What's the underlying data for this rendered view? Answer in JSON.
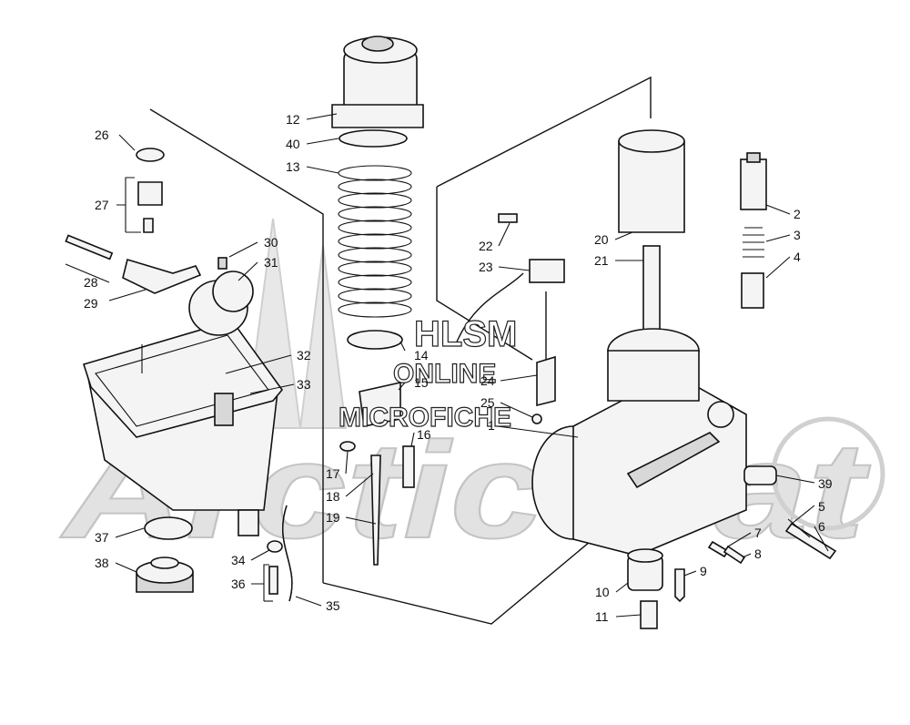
{
  "watermark": {
    "line1": "HLSM",
    "line2": "ONLINE",
    "line3": "MICROFICHE",
    "background_text": "Arctic Cat"
  },
  "callouts": [
    {
      "id": "c1",
      "text": "1"
    },
    {
      "id": "c2",
      "text": "2"
    },
    {
      "id": "c3",
      "text": "3"
    },
    {
      "id": "c4",
      "text": "4"
    },
    {
      "id": "c5",
      "text": "5"
    },
    {
      "id": "c6",
      "text": "6"
    },
    {
      "id": "c7",
      "text": "7"
    },
    {
      "id": "c8",
      "text": "8"
    },
    {
      "id": "c9",
      "text": "9"
    },
    {
      "id": "c10",
      "text": "10"
    },
    {
      "id": "c11",
      "text": "11"
    },
    {
      "id": "c12",
      "text": "12"
    },
    {
      "id": "c13",
      "text": "13"
    },
    {
      "id": "c14",
      "text": "14"
    },
    {
      "id": "c15",
      "text": "15"
    },
    {
      "id": "c16",
      "text": "16"
    },
    {
      "id": "c17",
      "text": "17"
    },
    {
      "id": "c18",
      "text": "18"
    },
    {
      "id": "c19",
      "text": "19"
    },
    {
      "id": "c20",
      "text": "20"
    },
    {
      "id": "c21",
      "text": "21"
    },
    {
      "id": "c22",
      "text": "22"
    },
    {
      "id": "c23",
      "text": "23"
    },
    {
      "id": "c24",
      "text": "24"
    },
    {
      "id": "c25",
      "text": "25"
    },
    {
      "id": "c26",
      "text": "26"
    },
    {
      "id": "c27",
      "text": "27"
    },
    {
      "id": "c28",
      "text": "28"
    },
    {
      "id": "c29",
      "text": "29"
    },
    {
      "id": "c30",
      "text": "30"
    },
    {
      "id": "c31",
      "text": "31"
    },
    {
      "id": "c32",
      "text": "32"
    },
    {
      "id": "c33",
      "text": "33"
    },
    {
      "id": "c34",
      "text": "34"
    },
    {
      "id": "c35",
      "text": "35"
    },
    {
      "id": "c36",
      "text": "36"
    },
    {
      "id": "c37",
      "text": "37"
    },
    {
      "id": "c38",
      "text": "38"
    },
    {
      "id": "c39",
      "text": "39"
    },
    {
      "id": "c40",
      "text": "40"
    }
  ]
}
